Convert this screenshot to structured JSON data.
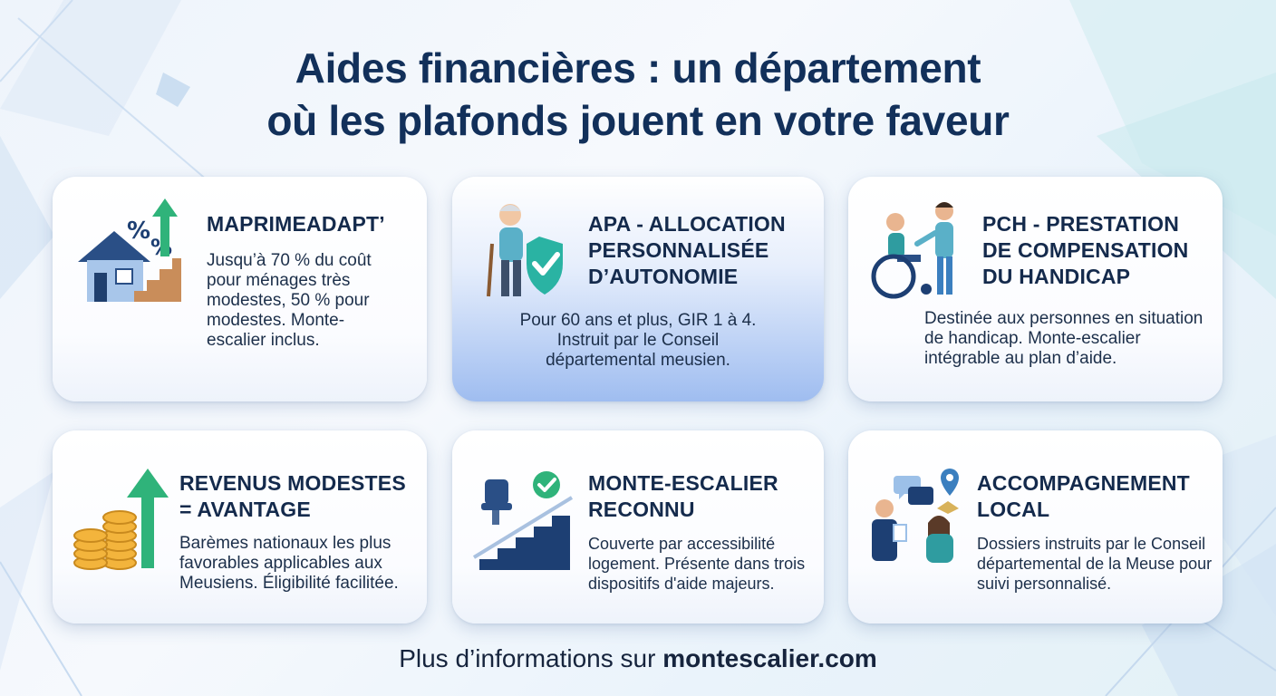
{
  "title_line1": "Aides financières : un département",
  "title_line2": "où les plafonds jouent en votre faveur",
  "cards": [
    {
      "title": "MAPRIMEADAPT’",
      "text": "Jusqu’à 70 % du coût pour ménages très modestes, 50 % pour modestes. Monte-escalier inclus.",
      "icon": "house-stairs-percent-icon"
    },
    {
      "title": "APA - ALLOCATION PERSONNALISÉE D’AUTONOMIE",
      "text": "Pour 60 ans et plus, GIR 1 à 4. Instruit par le Conseil départemental meusien.",
      "icon": "elderly-shield-icon"
    },
    {
      "title": "PCH - PRESTATION DE COMPENSATION DU HANDICAP",
      "text": "Destinée aux personnes en situation de handicap. Monte-escalier intégrable au plan d’aide.",
      "icon": "wheelchair-caregiver-icon"
    },
    {
      "title": "REVENUS MODESTES = AVANTAGE",
      "text": "Barèmes nationaux les plus favorables applicables aux Meusiens. Éligibilité facilitée.",
      "icon": "coins-arrow-icon"
    },
    {
      "title": "MONTE-ESCALIER RECONNU",
      "text": "Couverte par accessibilité logement. Présente dans trois dispositifs d'aide majeurs.",
      "icon": "stairlift-check-icon"
    },
    {
      "title": "ACCOMPAGNEMENT LOCAL",
      "text": "Dossiers instruits par le Conseil départemental de la Meuse pour suivi personnalisé.",
      "icon": "advisor-chat-icon"
    }
  ],
  "footer": {
    "prefix": "Plus d’informations sur ",
    "site": "montescalier.com"
  },
  "colors": {
    "title": "#12305a",
    "accent_green": "#2fb37a",
    "accent_teal": "#1f9fb0",
    "navy": "#1d3f73"
  }
}
